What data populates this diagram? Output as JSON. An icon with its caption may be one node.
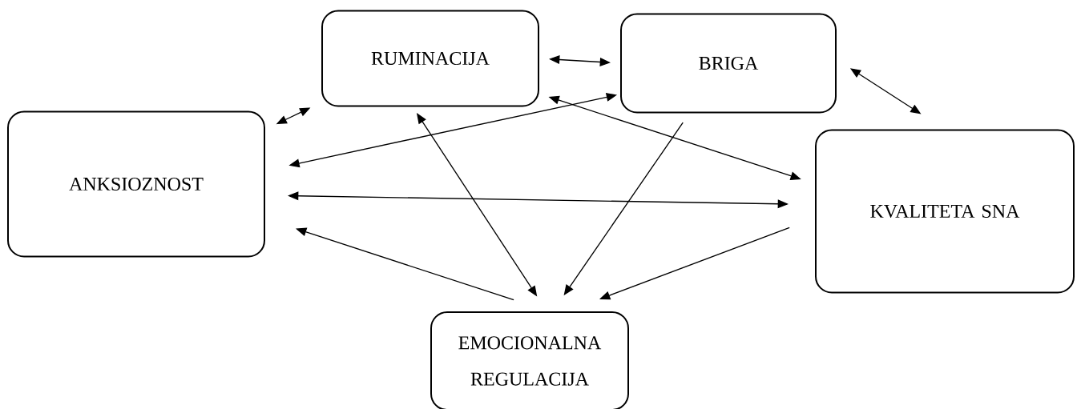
{
  "diagram": {
    "nodes": [
      {
        "text": [
          "RUMINACIJA"
        ]
      },
      {
        "text": [
          "BRIGA"
        ]
      },
      {
        "text": [
          "ANKSIOZNOST"
        ]
      },
      {
        "text": [
          "KVALITETA SNA"
        ]
      },
      {
        "text": [
          "EMOCIONALNA REGULACIJA"
        ]
      }
    ],
    "edges": [
      {
        "from": 2,
        "to": 0,
        "arrow": "both"
      },
      {
        "from": 0,
        "to": 1,
        "arrow": "both"
      },
      {
        "from": 1,
        "to": 3,
        "arrow": "both"
      },
      {
        "from": 1,
        "to": 2,
        "arrow": "both"
      },
      {
        "from": 0,
        "to": 3,
        "arrow": "both"
      },
      {
        "from": 0,
        "to": 4,
        "arrow": "both"
      },
      {
        "from": 1,
        "to": 4,
        "arrow": "to"
      },
      {
        "from": 2,
        "to": 3,
        "arrow": "both"
      },
      {
        "from": 4,
        "to": 2,
        "arrow": "to"
      },
      {
        "from": 3,
        "to": 4,
        "arrow": "to"
      }
    ]
  }
}
